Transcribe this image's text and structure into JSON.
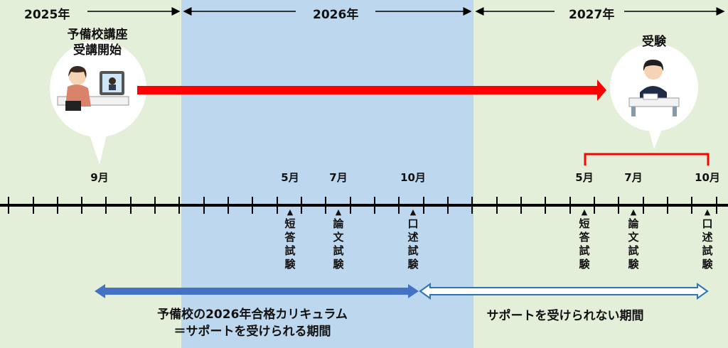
{
  "years": [
    "2025年",
    "2026年",
    "2027年"
  ],
  "start_label": [
    "予備校講座",
    "受講開始"
  ],
  "exam_label": "受験",
  "months": [
    "9月",
    "5月",
    "7月",
    "10月",
    "5月",
    "7月",
    "10月"
  ],
  "exams": [
    {
      "tri": "▲",
      "name": "短答試験"
    },
    {
      "tri": "▲",
      "name": "論文試験"
    },
    {
      "tri": "▲",
      "name": "口述試験"
    },
    {
      "tri": "▲",
      "name": "短答試験"
    },
    {
      "tri": "▲",
      "name": "論文試験"
    },
    {
      "tri": "▲",
      "name": "口述試験"
    }
  ],
  "support_label": [
    "予備校の2026年合格カリキュラム",
    "＝サポートを受けられる期間"
  ],
  "no_support_label": "サポートを受けられない期間",
  "colors": {
    "green_bg": "#e3efd9",
    "blue_bg": "#bdd7ee",
    "red_arrow": "#ff0000",
    "blue_arrow": "#4472c4"
  }
}
